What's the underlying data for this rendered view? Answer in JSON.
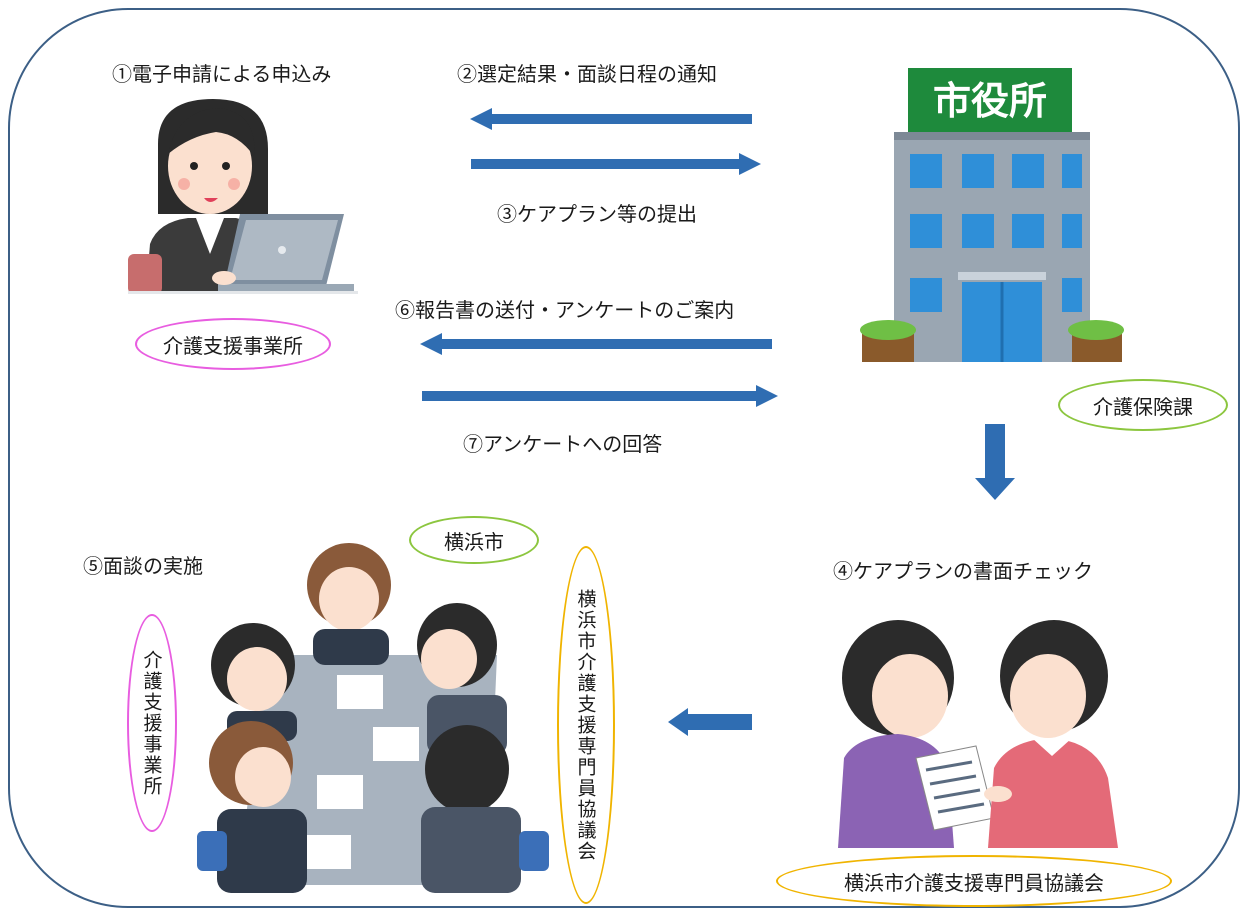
{
  "colors": {
    "frame": "#3c5f86",
    "arrow": "#2f6db2",
    "oval_pink": "#e85de0",
    "oval_green": "#8cc63f",
    "oval_orange": "#f0b400",
    "building_sign": "#1e8a3c",
    "building_body": "#9aa6b2",
    "window": "#2f8fd8"
  },
  "steps": {
    "s1": "①電子申請による申込み",
    "s2": "②選定結果・面談日程の通知",
    "s3": "③ケアプラン等の提出",
    "s4": "④ケアプランの書面チェック",
    "s5": "⑤面談の実施",
    "s6": "⑥報告書の送付・アンケートのご案内",
    "s7": "⑦アンケートへの回答"
  },
  "entities": {
    "office": "介護支援事業所",
    "insurance_division": "介護保険課",
    "yokohama": "横浜市",
    "council": "横浜市介護支援専門員協議会",
    "council_vertical": "横浜市介護支援専門員協議会",
    "office_vertical": "介護支援事業所"
  },
  "building_sign_text": "市役所",
  "icons": [
    "woman-laptop-icon",
    "city-hall-building-icon",
    "meeting-table-icon",
    "two-women-document-icon"
  ]
}
